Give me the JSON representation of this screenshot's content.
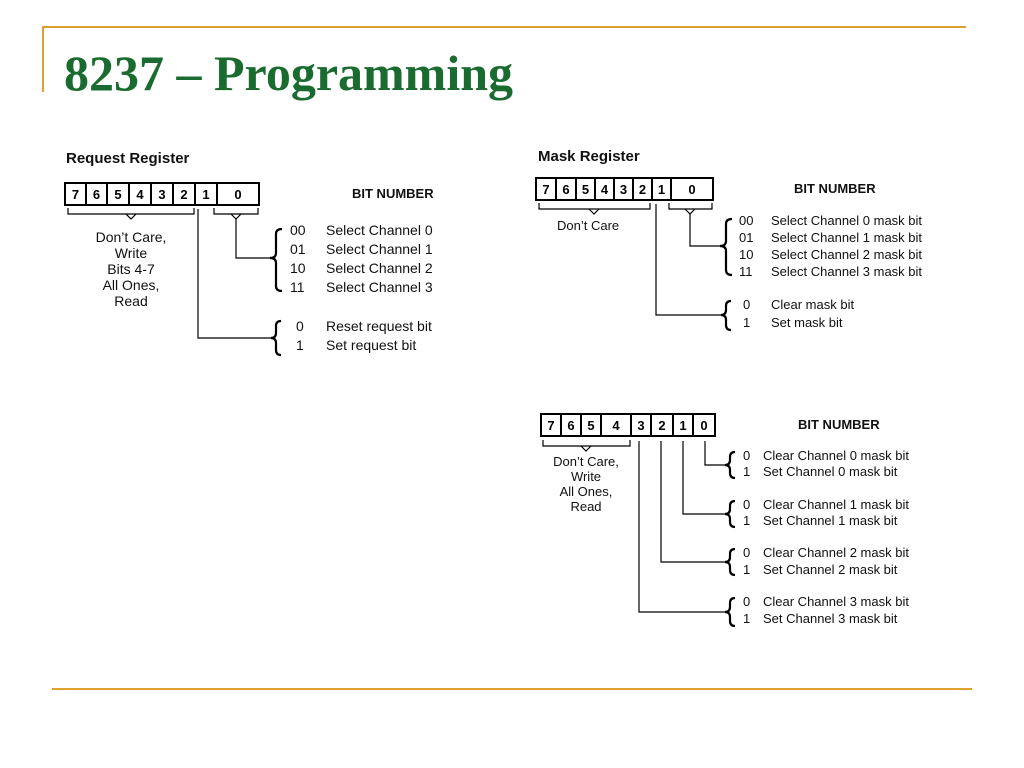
{
  "slide": {
    "title": "8237 – Programming"
  },
  "request_register": {
    "heading": "Request Register",
    "bit_number": "BIT NUMBER",
    "bits": [
      "7",
      "6",
      "5",
      "4",
      "3",
      "2",
      "1",
      "0"
    ],
    "dont_care": [
      "Don’t Care,",
      "Write",
      "Bits 4-7",
      "All Ones,",
      "Read"
    ],
    "channel_codes": [
      "00",
      "01",
      "10",
      "11"
    ],
    "channel_labels": [
      "Select Channel 0",
      "Select Channel 1",
      "Select Channel 2",
      "Select Channel 3"
    ],
    "request_codes": [
      "0",
      "1"
    ],
    "request_labels": [
      "Reset request bit",
      "Set request bit"
    ]
  },
  "mask_register": {
    "heading": "Mask Register",
    "bit_number": "BIT NUMBER",
    "bits": [
      "7",
      "6",
      "5",
      "4",
      "3",
      "2",
      "1",
      "0"
    ],
    "dont_care": "Don’t Care",
    "channel_codes": [
      "00",
      "01",
      "10",
      "11"
    ],
    "channel_labels": [
      "Select Channel 0 mask bit",
      "Select Channel 1 mask bit",
      "Select Channel 2 mask bit",
      "Select Channel 3 mask bit"
    ],
    "mask_codes": [
      "0",
      "1"
    ],
    "mask_labels": [
      "Clear mask bit",
      "Set mask bit"
    ]
  },
  "all_mask_register": {
    "bit_number": "BIT NUMBER",
    "bits": [
      "7",
      "6",
      "5",
      "4",
      "3",
      "2",
      "1",
      "0"
    ],
    "dont_care": [
      "Don’t Care,",
      "Write",
      "All Ones,",
      "Read"
    ],
    "groups": [
      {
        "codes": [
          "0",
          "1"
        ],
        "labels": [
          "Clear Channel 0 mask bit",
          "Set Channel 0 mask bit"
        ]
      },
      {
        "codes": [
          "0",
          "1"
        ],
        "labels": [
          "Clear Channel 1 mask bit",
          "Set Channel 1 mask bit"
        ]
      },
      {
        "codes": [
          "0",
          "1"
        ],
        "labels": [
          "Clear Channel 2 mask bit",
          "Set Channel 2 mask bit"
        ]
      },
      {
        "codes": [
          "0",
          "1"
        ],
        "labels": [
          "Clear Channel 3 mask bit",
          "Set Channel 3 mask bit"
        ]
      }
    ]
  }
}
